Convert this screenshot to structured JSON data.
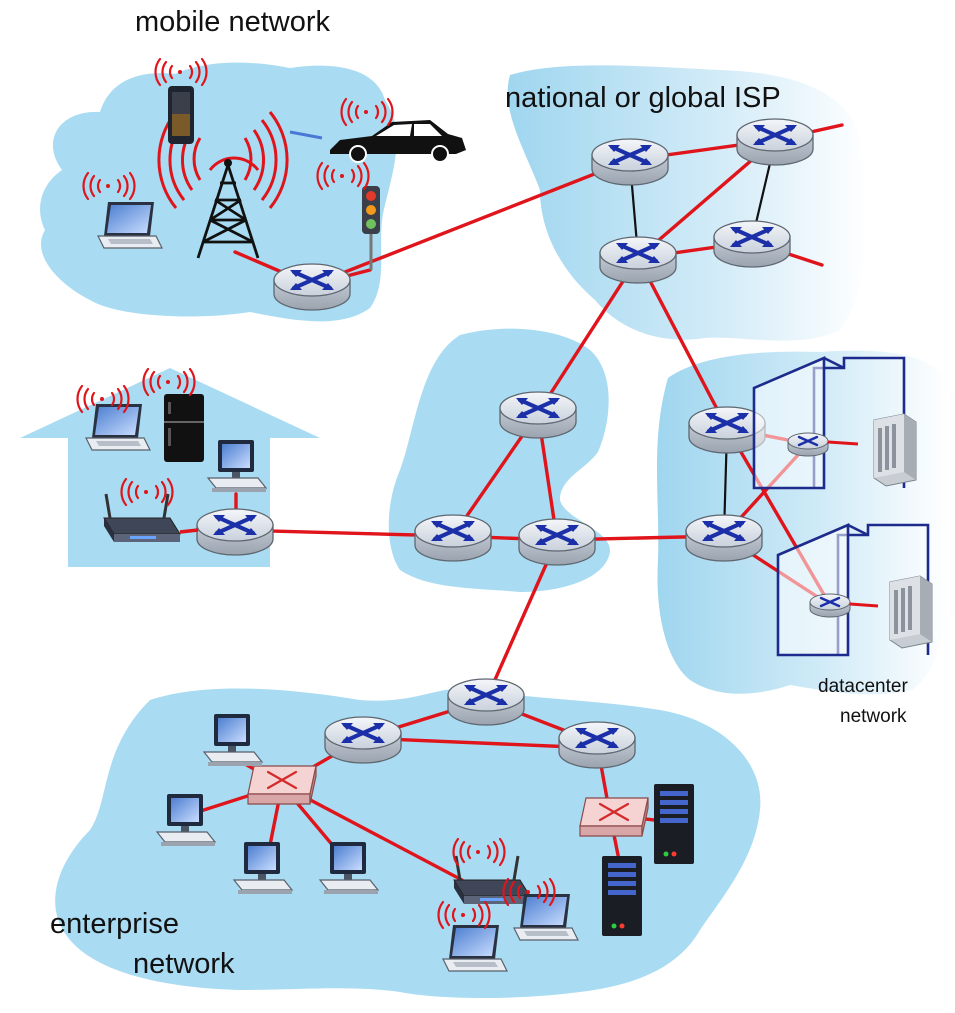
{
  "labels": {
    "mobile_network": "mobile network",
    "isp": "national or global ISP",
    "datacenter_line1": "datacenter",
    "datacenter_line2": "network",
    "enterprise_line1": "enterprise",
    "enterprise_line2": "network"
  },
  "colors": {
    "region_fill": "#a9dcf2",
    "link": "#e0141b",
    "router_body": "#dde3ea",
    "router_x": "#1b2fa8",
    "switch_body": "#f2c7c7",
    "wireless": "#e0141b",
    "building": "#1d2b8c"
  },
  "icons": [
    "router-icon",
    "switch-icon",
    "laptop-icon",
    "desktop-icon",
    "server-icon",
    "cell-tower-icon",
    "car-icon",
    "traffic-light-icon",
    "phone-icon",
    "fridge-icon",
    "wifi-access-point-icon",
    "building-icon",
    "wireless-signal-icon"
  ]
}
